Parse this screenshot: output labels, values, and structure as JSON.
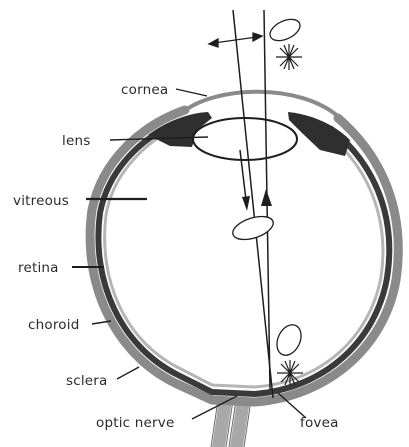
{
  "diagram": {
    "labels": {
      "cornea": "cornea",
      "lens": "lens",
      "vitreous": "vitreous",
      "retina": "retina",
      "choroid": "choroid",
      "sclera": "sclera",
      "optic_nerve": "optic nerve",
      "fovea": "fovea"
    },
    "colors": {
      "sclera": "#8a8a8a",
      "choroid": "#3a3a3a",
      "retina": "#b5b5b5",
      "ciliary_body": "#2f2f2f",
      "optic_nerve": "#a8a8a8",
      "lines": "#1e1e1e",
      "text": "#2b2b2b"
    }
  }
}
